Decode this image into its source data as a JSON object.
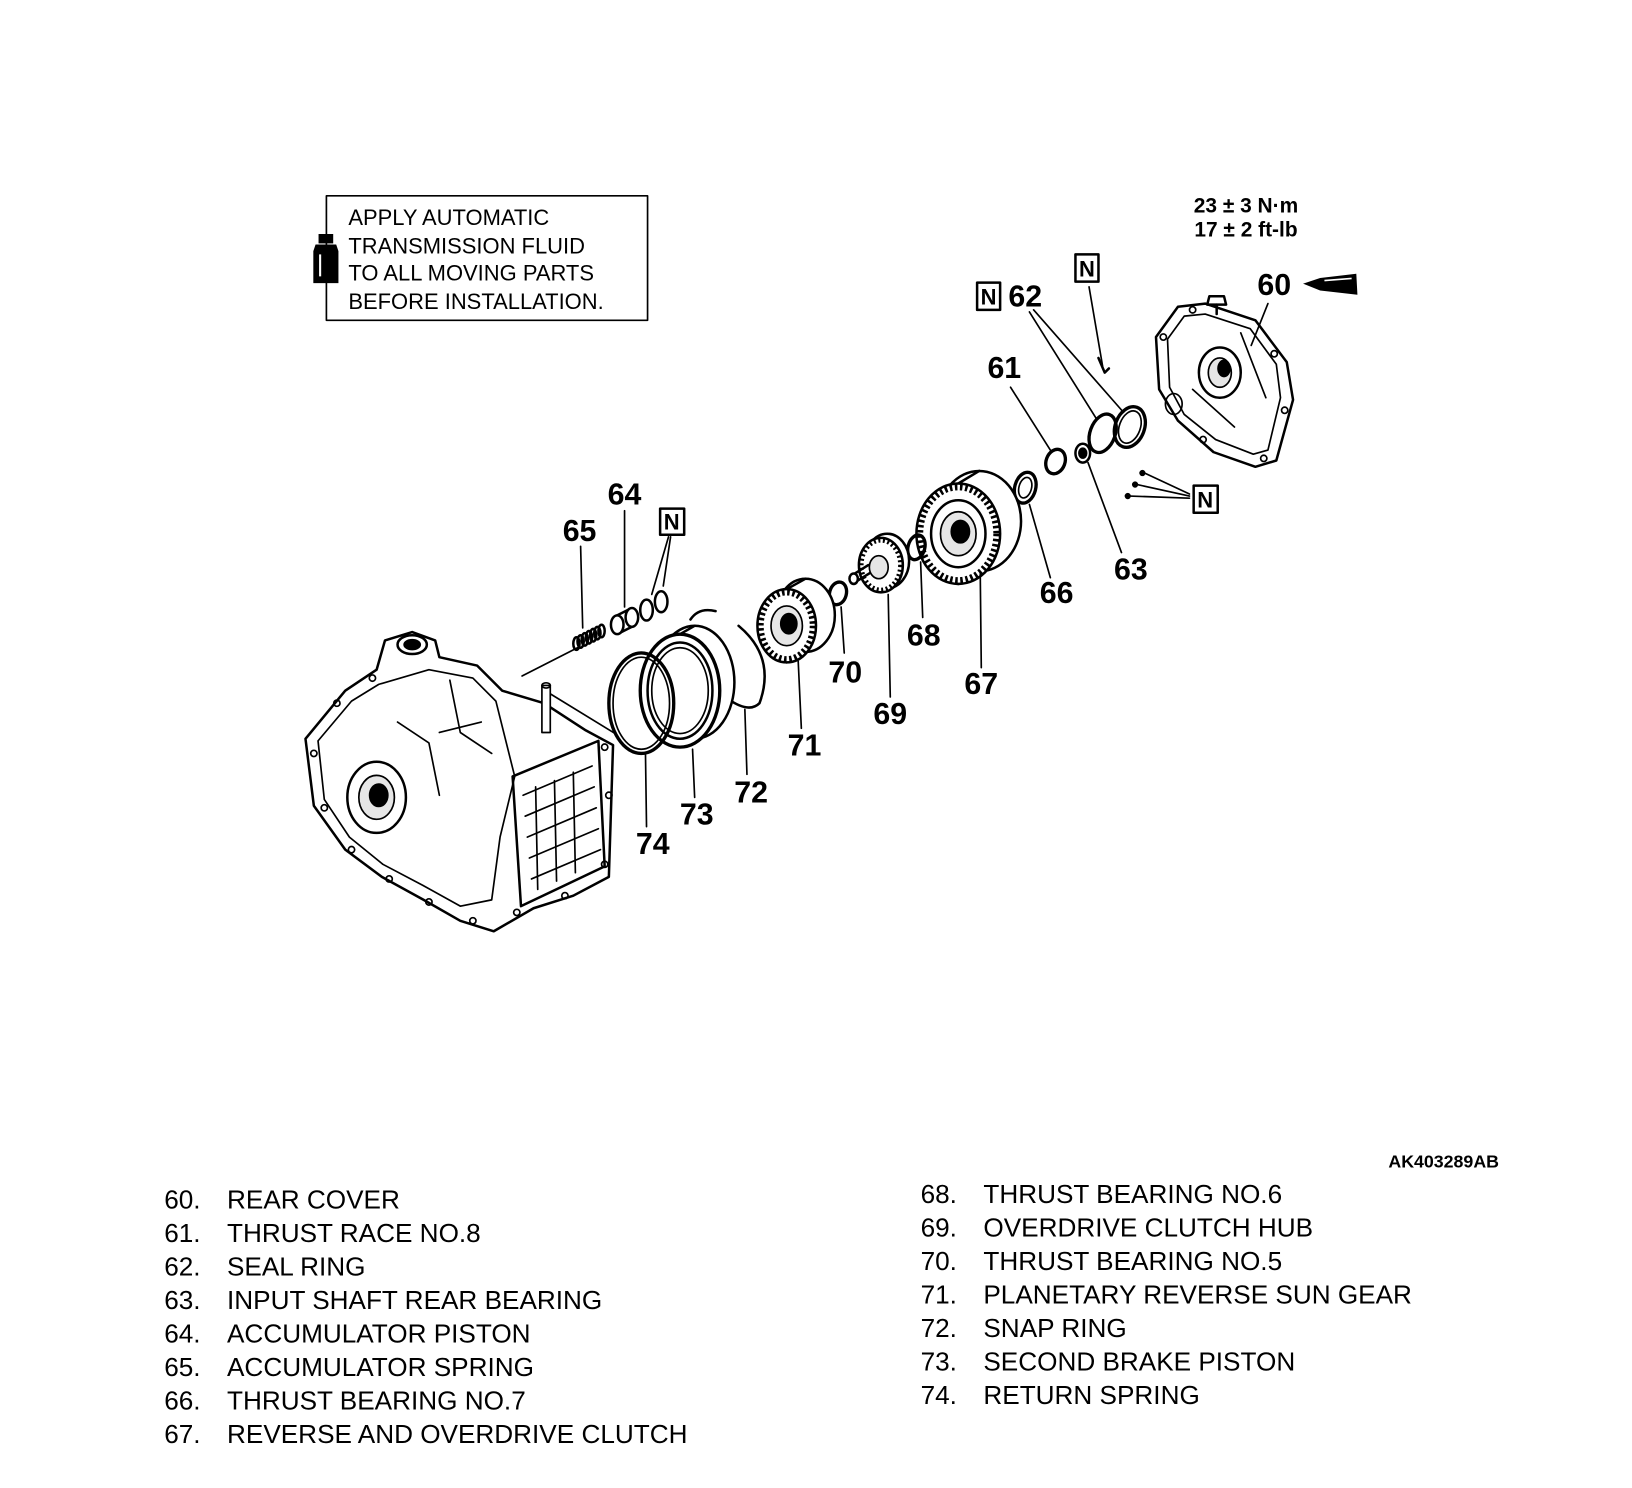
{
  "diagram": {
    "note": {
      "line1": "APPLY AUTOMATIC",
      "line2": "TRANSMISSION FLUID",
      "line3": "TO ALL MOVING PARTS",
      "line4": "BEFORE INSTALLATION."
    },
    "torque": {
      "metric": "23 ± 3 N·m",
      "imperial": "17 ± 2 ft-lb"
    },
    "new_part_mark": "N",
    "callouts": {
      "p60": "60",
      "p61": "61",
      "p62": "62",
      "p63": "63",
      "p64": "64",
      "p65": "65",
      "p66": "66",
      "p67": "67",
      "p68": "68",
      "p69": "69",
      "p70": "70",
      "p71": "71",
      "p72": "72",
      "p73": "73",
      "p74": "74"
    },
    "figure_code": "AK403289AB"
  },
  "legend": [
    {
      "num": "60.",
      "name": "REAR COVER"
    },
    {
      "num": "61.",
      "name": "THRUST RACE NO.8"
    },
    {
      "num": "62.",
      "name": "SEAL RING"
    },
    {
      "num": "63.",
      "name": "INPUT SHAFT REAR BEARING"
    },
    {
      "num": "64.",
      "name": "ACCUMULATOR PISTON"
    },
    {
      "num": "65.",
      "name": "ACCUMULATOR SPRING"
    },
    {
      "num": "66.",
      "name": "THRUST BEARING NO.7"
    },
    {
      "num": "67.",
      "name": "REVERSE AND OVERDRIVE CLUTCH"
    },
    {
      "num": "68.",
      "name": "THRUST BEARING NO.6"
    },
    {
      "num": "69.",
      "name": "OVERDRIVE CLUTCH HUB"
    },
    {
      "num": "70.",
      "name": "THRUST BEARING NO.5"
    },
    {
      "num": "71.",
      "name": "PLANETARY REVERSE SUN GEAR"
    },
    {
      "num": "72.",
      "name": "SNAP RING"
    },
    {
      "num": "73.",
      "name": "SECOND BRAKE PISTON"
    },
    {
      "num": "74.",
      "name": "RETURN SPRING"
    }
  ],
  "icons": {
    "fluid": "fluid-bottle-icon",
    "sealant": "sealant-tube-icon",
    "new_part": "new-part-n-icon"
  },
  "colors": {
    "ink": "#000000",
    "background": "#ffffff"
  }
}
